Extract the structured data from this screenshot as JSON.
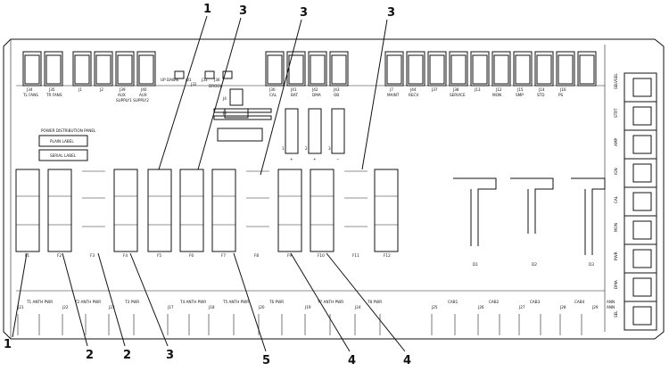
{
  "panel": {
    "power_distribution_panel": "POWER DISTRIBUTION PANEL",
    "plain_label": "PLAIN LABEL",
    "serial_label": "SERIAL LABEL"
  },
  "callouts": [
    {
      "number": "1"
    },
    {
      "number": "3"
    },
    {
      "number": "3"
    },
    {
      "number": "3"
    },
    {
      "number": "1"
    },
    {
      "number": "2"
    },
    {
      "number": "2"
    },
    {
      "number": "3"
    },
    {
      "number": "5"
    },
    {
      "number": "4"
    },
    {
      "number": "4"
    }
  ],
  "top_connectors": [
    "J34",
    "J35",
    "J1",
    "J2",
    "J39",
    "J40",
    "J30",
    "J41",
    "J42",
    "J43",
    "J7",
    "J44",
    "J37",
    "J38",
    "J13",
    "J12",
    "J15",
    "J14",
    "J16"
  ],
  "top_connector_captions": [
    "TL FANS",
    "TR FANS",
    "AUX",
    "AUX",
    "CAL",
    "BAT",
    "DMA",
    "OB",
    "MAINT",
    "RECV",
    "SERVICE",
    "MON",
    "SMP",
    "STD",
    "PS"
  ],
  "aux_supply_caption": "SUPPLY1  SUPPLY2",
  "upper_terminal_labels": [
    "UP DAWN",
    "J31",
    "J32",
    "J33",
    "J36",
    "DROOL",
    "J4",
    "J6"
  ],
  "battery_marks": [
    "+",
    "+",
    "−",
    "1",
    "2",
    "3"
  ],
  "fuse_labels": [
    "F1",
    "F2",
    "F3",
    "F4",
    "F5",
    "F6",
    "F7",
    "F8",
    "F9",
    "F10",
    "F11",
    "F12"
  ],
  "relay_labels": [
    "D1",
    "D2",
    "D3"
  ],
  "bottom_connector_labels": [
    "J21",
    "J22",
    "J23",
    "J17",
    "J18",
    "J20",
    "J19",
    "J24",
    "J25",
    "J26",
    "J27",
    "J28",
    "J29",
    "ANN"
  ],
  "bottom_captions": [
    "T1 ANTH PWR",
    "T2 ANTH PWR",
    "T3 PWR",
    "T4 ANTH PWR",
    "T5 ANTH PWR",
    "T6 PWR",
    "T7 ANTH PWR",
    "T8 PWR",
    "CAB1",
    "CAB2",
    "CAB3",
    "CAB4",
    "ANN"
  ],
  "right_terminals": [
    "SELVSEL",
    "STRT",
    "AMP",
    "IGN",
    "CAL",
    "MON",
    "PWR",
    "DMA",
    "SEL"
  ]
}
